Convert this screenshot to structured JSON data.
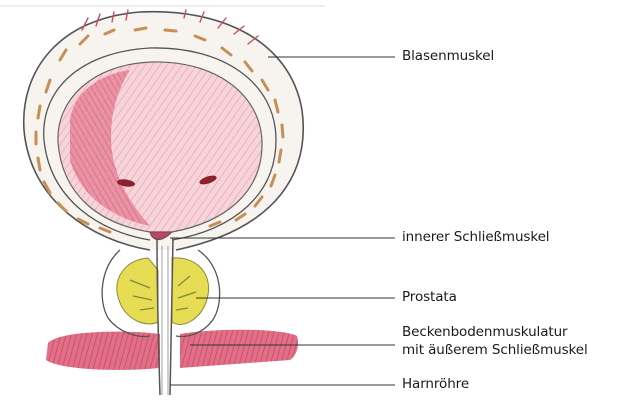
{
  "labels": {
    "bladder_muscle": "Blasenmuskel",
    "inner_sphincter": "innerer Schließmuskel",
    "prostate": "Prostata",
    "pelvic_floor_line1": "Beckenbodenmuskulatur",
    "pelvic_floor_line2": "mit äußerem Schließmuskel",
    "urethra": "Harnröhre"
  },
  "colors": {
    "outline": "#555555",
    "bladder_fill": "#f2c2cb",
    "bladder_dark": "#e17a8e",
    "muscle_fibers": "#c99a5e",
    "prostate": "#e8e05e",
    "pelvic_muscle": "#d64a6a",
    "leader_line": "#333333"
  }
}
